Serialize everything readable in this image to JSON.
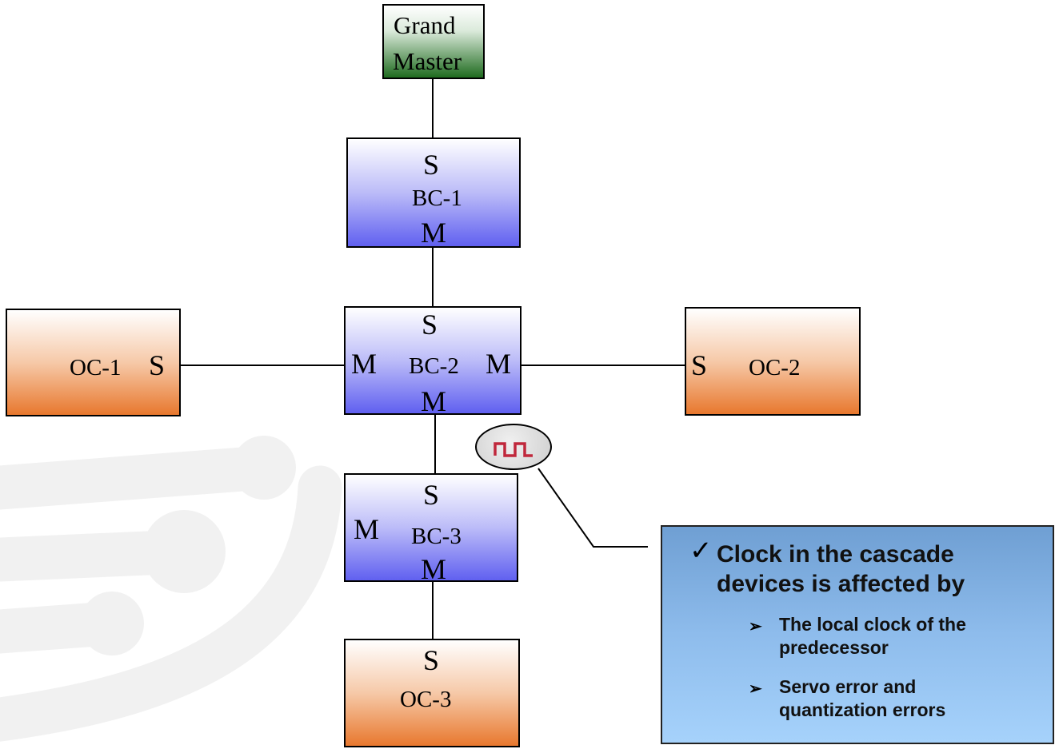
{
  "grand_master": {
    "line1": "Grand",
    "line2": "Master"
  },
  "bc1": {
    "port_top": "S",
    "name": "BC-1",
    "port_bottom": "M"
  },
  "bc2": {
    "port_top": "S",
    "port_left": "M",
    "name": "BC-2",
    "port_right": "M",
    "port_bottom": "M"
  },
  "bc3": {
    "port_top": "S",
    "port_left": "M",
    "name": "BC-3",
    "port_bottom": "M"
  },
  "oc1": {
    "name": "OC-1",
    "port": "S"
  },
  "oc2": {
    "port": "S",
    "name": "OC-2"
  },
  "oc3": {
    "port": "S",
    "name": "OC-3"
  },
  "callout": {
    "title": "Clock in the cascade devices is affected by",
    "points": [
      "The local clock of the predecessor",
      "Servo error and quantization errors"
    ]
  },
  "colors": {
    "grand_master": "#1f6b1f",
    "boundary_clock": "#6060f0",
    "ordinary_clock": "#e8782e",
    "callout": "#8ebcec",
    "clock_icon": "#c0283c"
  },
  "icons": [
    "check-icon",
    "arrow-icon",
    "clock-signal-icon"
  ]
}
